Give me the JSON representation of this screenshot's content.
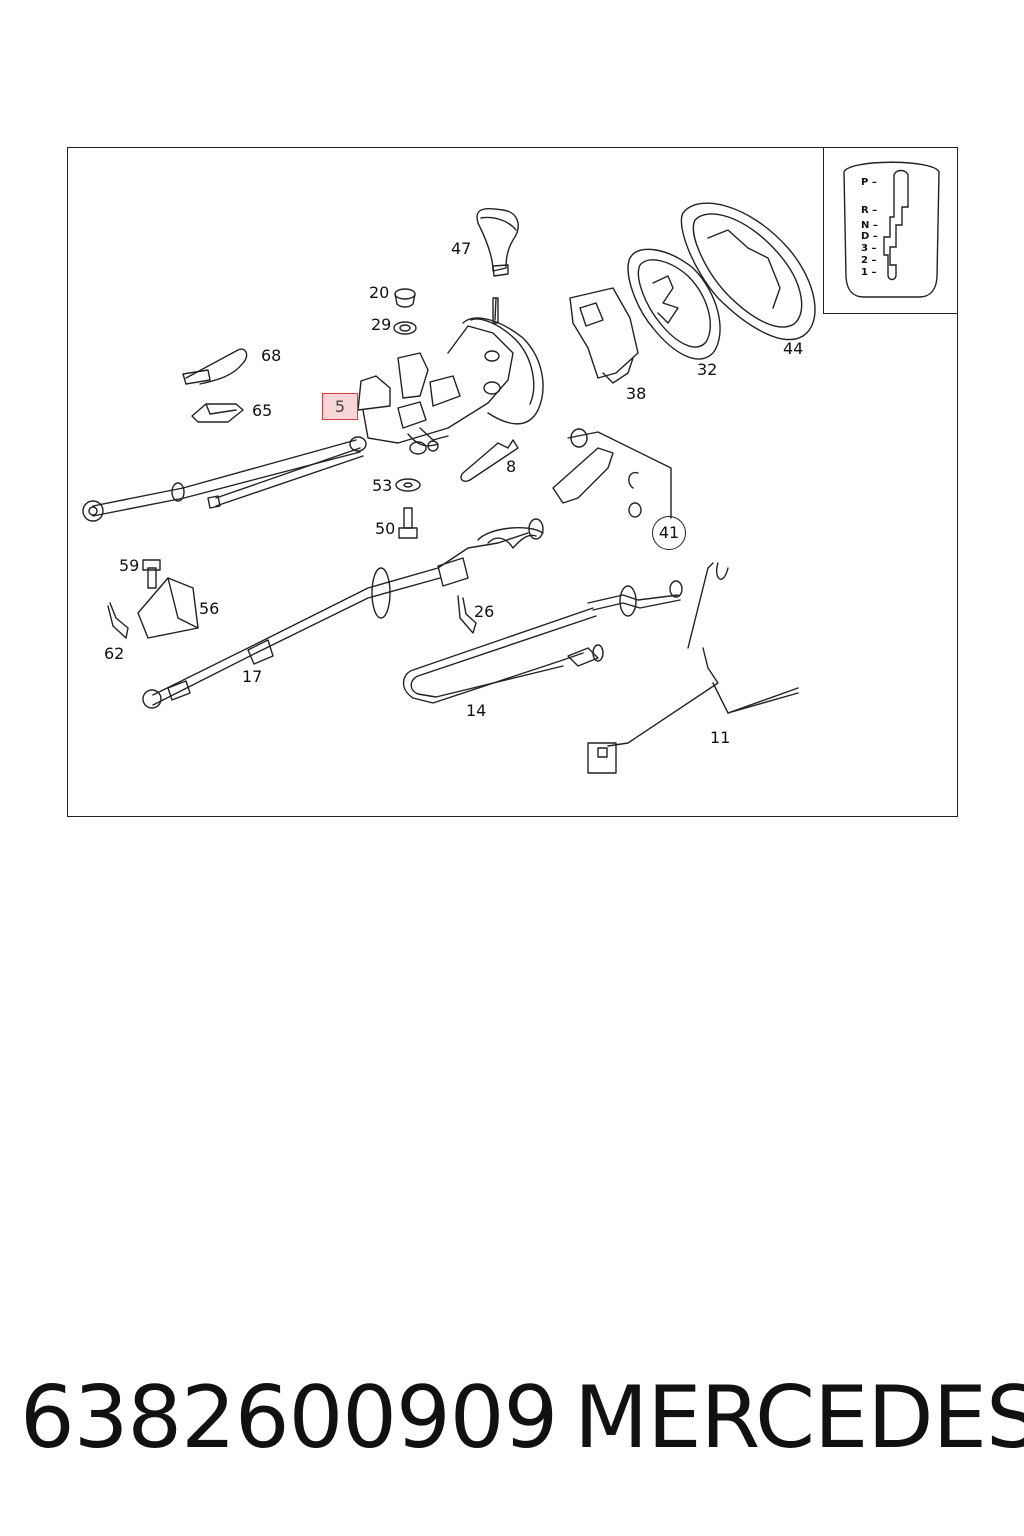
{
  "diagram": {
    "callouts": [
      "47",
      "20",
      "29",
      "68",
      "65",
      "5",
      "8",
      "53",
      "50",
      "38",
      "32",
      "44",
      "41",
      "59",
      "56",
      "62",
      "26",
      "17",
      "14",
      "11"
    ],
    "inset_gears": [
      "P",
      "R",
      "N",
      "D",
      "3",
      "2",
      "1"
    ],
    "highlight_color": "#d93a3a"
  },
  "footer": {
    "part_number": "6382600909",
    "brand": "MERCEDES"
  }
}
